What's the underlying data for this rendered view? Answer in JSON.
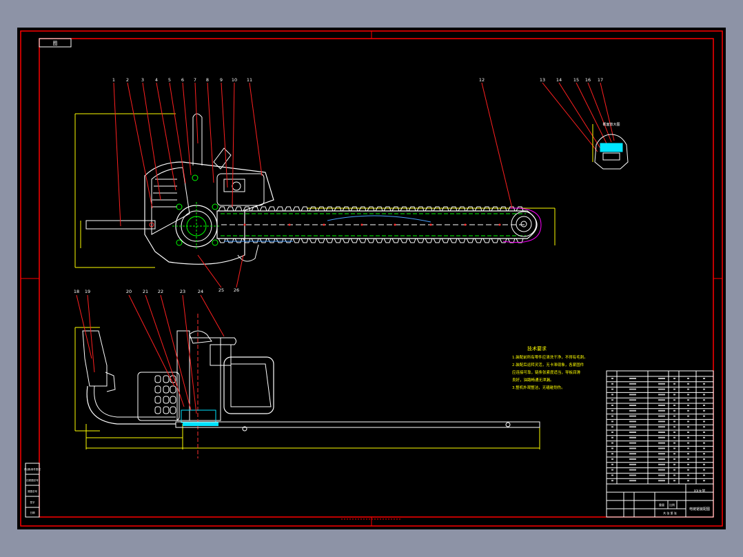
{
  "window": {
    "background": "#8d93a6",
    "viewport_background": "#000000",
    "accent_red": "#ff0000",
    "accent_yellow": "#ffff00",
    "accent_green": "#00ff00",
    "accent_magenta": "#ff00ff"
  },
  "drawing": {
    "corner_tag": "图",
    "top_callouts": [
      "1",
      "2",
      "3",
      "4",
      "5",
      "6",
      "7",
      "8",
      "9",
      "10",
      "11",
      "12",
      "13",
      "14",
      "15",
      "16",
      "17"
    ],
    "bottom_callouts": [
      "18",
      "19",
      "20",
      "21",
      "22",
      "23",
      "24"
    ],
    "chain_callouts": [
      "25",
      "26"
    ],
    "inset_label": "截面放大图",
    "tech_notes": {
      "title": "技术要求",
      "lines": [
        "1.装配前所有零件应清洗干净，不得有毛刺。",
        "2.装配后运转灵活，无卡滞现象，各紧固件",
        "应连接可靠，链条张紧度适当，导板润滑",
        "良好，油路畅通无泄漏。",
        "3.整机外观整洁，无磕碰划伤。"
      ]
    },
    "title_block": {
      "school": "XX大学",
      "drawing_name": "电链锯装配图",
      "scale_label": "比例",
      "weight_label": "重量",
      "sheet_label": "共  张  第  张"
    },
    "left_strip": [
      "借(通)用件登记",
      "旧底图总号",
      "底图总号",
      "签字",
      "日期"
    ]
  }
}
